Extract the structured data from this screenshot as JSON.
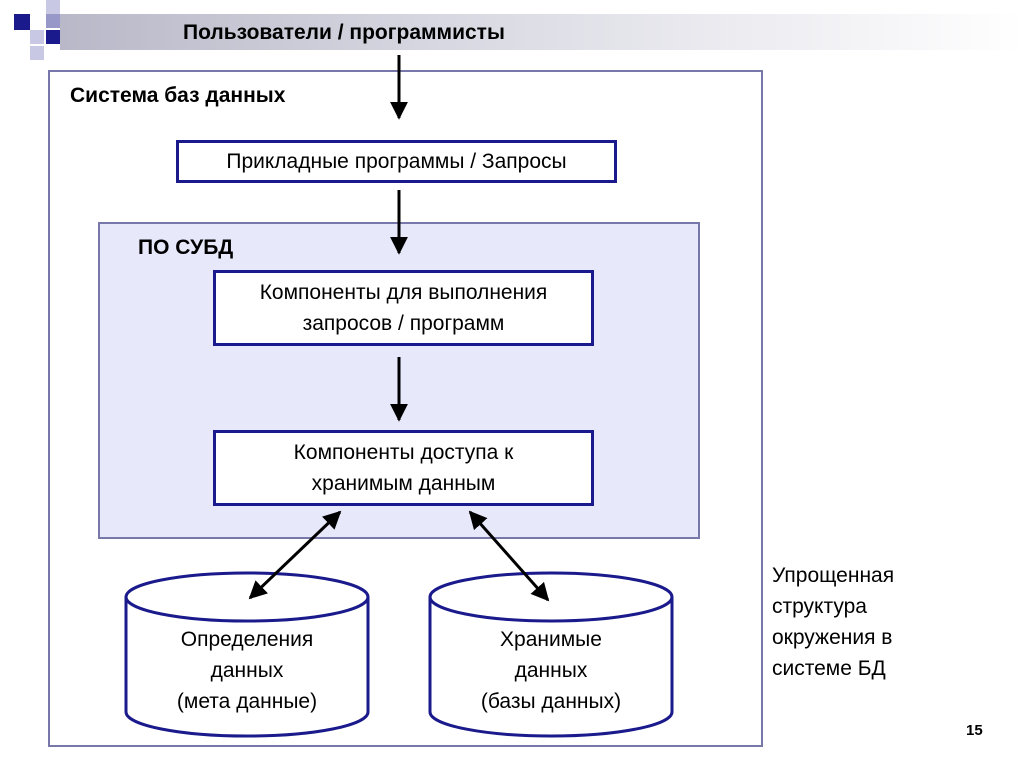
{
  "header": {
    "title": "Пользователи  / программисты"
  },
  "system": {
    "title": "Система баз данных"
  },
  "nodes": {
    "apps": "Прикладные программы / Запросы",
    "exec_line1": "Компоненты для выполнения",
    "exec_line2": "запросов / программ",
    "access_line1": "Компоненты доступа к",
    "access_line2": "хранимым данным"
  },
  "dbms": {
    "title": "ПО СУБД"
  },
  "cylinders": {
    "meta_line1": "Определения",
    "meta_line2": "данных",
    "meta_line3": "(мета данные)",
    "data_line1": "Хранимые",
    "data_line2": "данных",
    "data_line3": "(базы данных)"
  },
  "note": {
    "line1": "Упрощенная",
    "line2": "структура",
    "line3": "окружения в",
    "line4": "системе БД"
  },
  "page_number": "15",
  "colors": {
    "box_border": "#1a1a8c",
    "frame_border": "#7777aa",
    "dbms_fill": "#e8e8fb",
    "accent_dark": "#1a1a8c",
    "accent_light": "#b0b0d8"
  }
}
